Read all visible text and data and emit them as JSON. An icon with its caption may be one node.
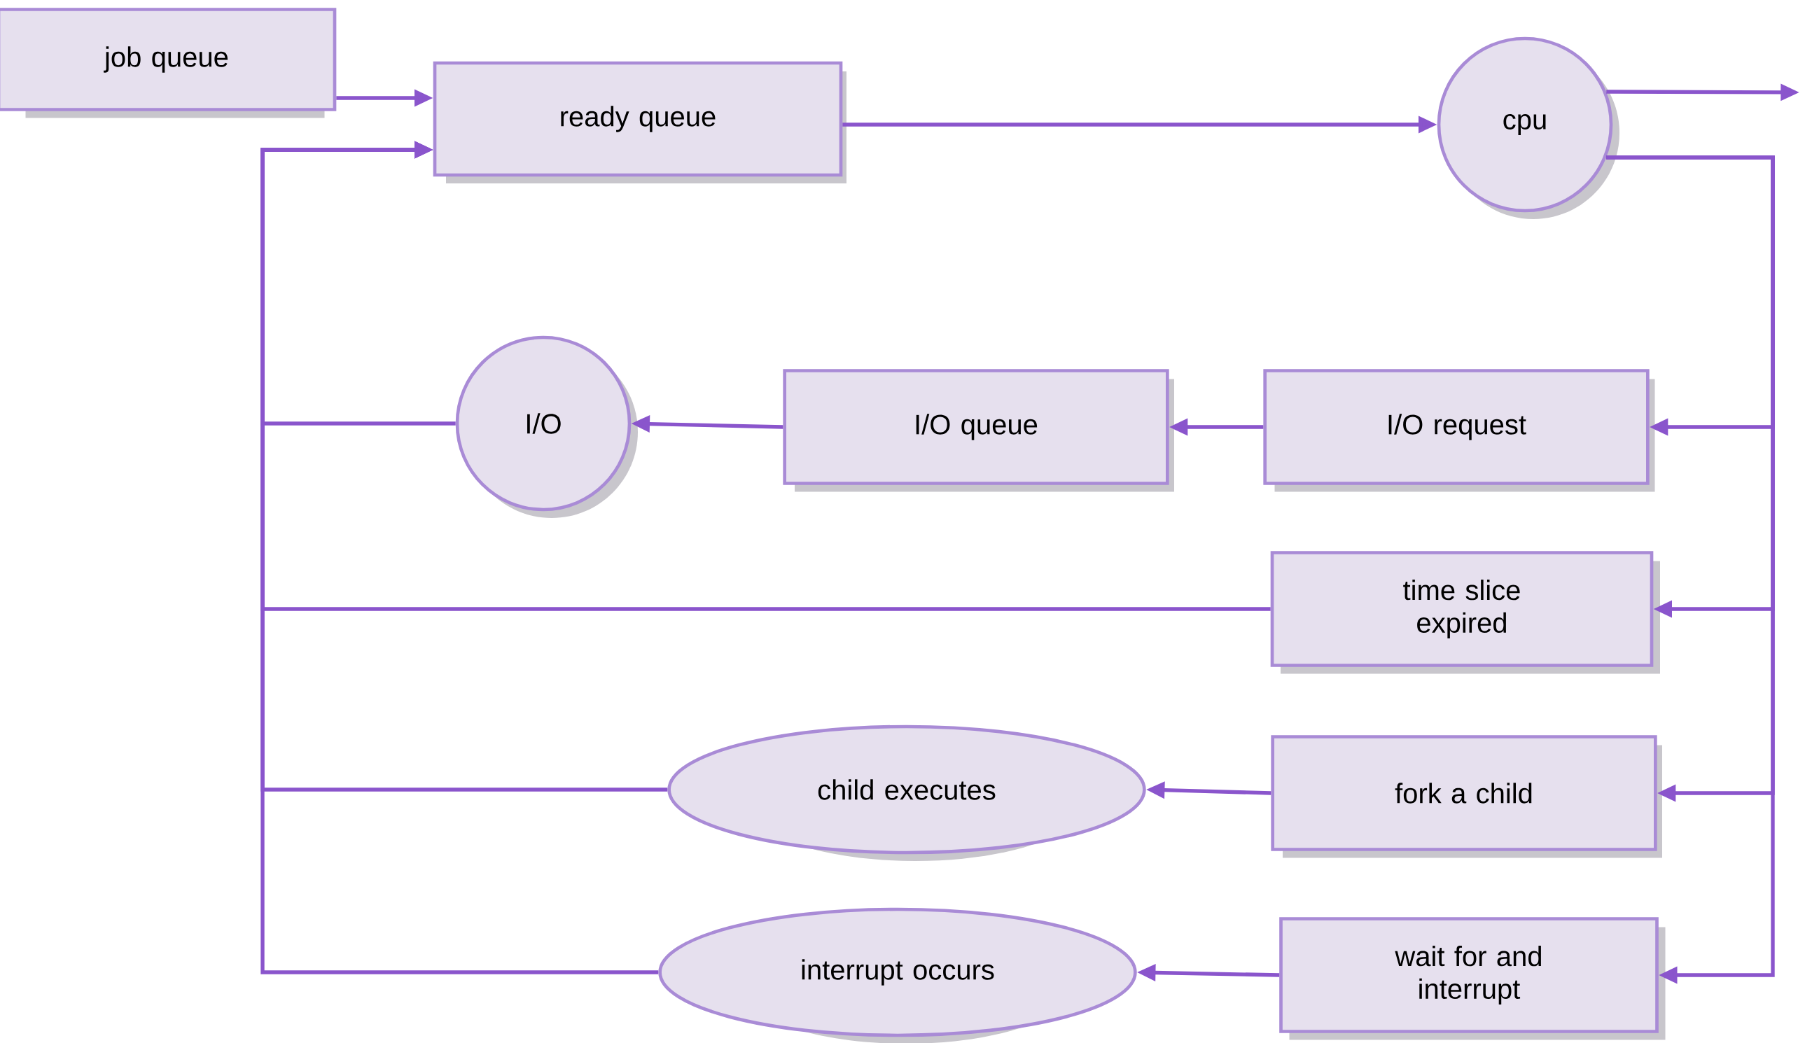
{
  "diagram": {
    "nodes": [
      {
        "text": [
          "job queue"
        ]
      },
      {
        "text": [
          "ready queue"
        ]
      },
      {
        "text": [
          "cpu"
        ]
      },
      {
        "text": [
          "I/O"
        ]
      },
      {
        "text": [
          "I/O queue"
        ]
      },
      {
        "text": [
          "I/O request"
        ]
      },
      {
        "text": [
          "time slice expired"
        ]
      },
      {
        "text": [
          "child executes"
        ]
      },
      {
        "text": [
          "fork a child"
        ]
      },
      {
        "text": [
          "interrupt occurs"
        ]
      },
      {
        "text": [
          "wait for and interrupt"
        ]
      }
    ],
    "edges": [
      {
        "from": 0,
        "to": 1,
        "arrow": "to"
      },
      {
        "from": 1,
        "to": 2,
        "arrow": "to"
      },
      {
        "from": 2,
        "to": null,
        "arrow": "to"
      },
      {
        "from": 2,
        "to": 5,
        "arrow": "to"
      },
      {
        "from": 2,
        "to": 6,
        "arrow": "to"
      },
      {
        "from": 2,
        "to": 8,
        "arrow": "to"
      },
      {
        "from": 2,
        "to": 10,
        "arrow": "to"
      },
      {
        "from": 5,
        "to": 4,
        "arrow": "to"
      },
      {
        "from": 4,
        "to": 3,
        "arrow": "to"
      },
      {
        "from": 3,
        "to": 1,
        "arrow": "to"
      },
      {
        "from": 6,
        "to": 1,
        "arrow": "to"
      },
      {
        "from": 8,
        "to": 7,
        "arrow": "to"
      },
      {
        "from": 7,
        "to": 1,
        "arrow": "to"
      },
      {
        "from": 10,
        "to": 9,
        "arrow": "to"
      },
      {
        "from": 9,
        "to": 1,
        "arrow": "to"
      }
    ]
  }
}
